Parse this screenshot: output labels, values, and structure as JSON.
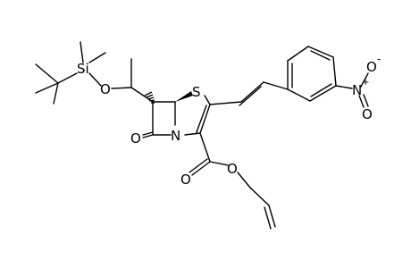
{
  "structure": {
    "atom_labels": {
      "si": "Si",
      "o_silyl": "O",
      "s_ring": "S",
      "n_ring": "N",
      "o_lactam": "O",
      "n_nitro": "N",
      "o_nitro_1": "O",
      "o_nitro_2": "O",
      "o_ester_carbonyl": "O",
      "o_ester": "O"
    },
    "nitro_charges": {
      "n_plus": "+",
      "o_minus": "-"
    },
    "colors": {
      "ink": "#000000",
      "background": "#ffffff"
    }
  }
}
